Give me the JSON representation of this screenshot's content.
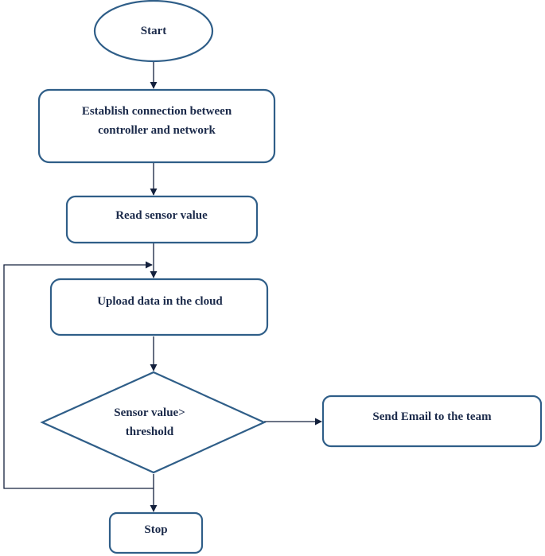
{
  "flowchart": {
    "nodes": {
      "start": {
        "label": "Start",
        "shape": "ellipse"
      },
      "connect": {
        "label_line1": "Establish connection between",
        "label_line2": "controller and network",
        "shape": "rounded-rect"
      },
      "read": {
        "label": "Read sensor value",
        "shape": "rounded-rect"
      },
      "upload": {
        "label": "Upload data in the cloud",
        "shape": "rounded-rect"
      },
      "decision": {
        "label_line1": "Sensor value>",
        "label_line2": "threshold",
        "shape": "diamond"
      },
      "email": {
        "label": "Send Email to the team",
        "shape": "rounded-rect"
      },
      "stop": {
        "label": "Stop",
        "shape": "rounded-rect"
      }
    },
    "edges": [
      {
        "from": "start",
        "to": "connect"
      },
      {
        "from": "connect",
        "to": "read"
      },
      {
        "from": "read",
        "to": "upload"
      },
      {
        "from": "upload",
        "to": "decision"
      },
      {
        "from": "decision",
        "to": "email"
      },
      {
        "from": "decision",
        "to": "stop"
      },
      {
        "from": "decision",
        "to": "upload",
        "kind": "loop-back"
      }
    ]
  },
  "colors": {
    "shape_border": "#2f5e88",
    "connector": "#14213d",
    "text": "#1b2a4a"
  }
}
